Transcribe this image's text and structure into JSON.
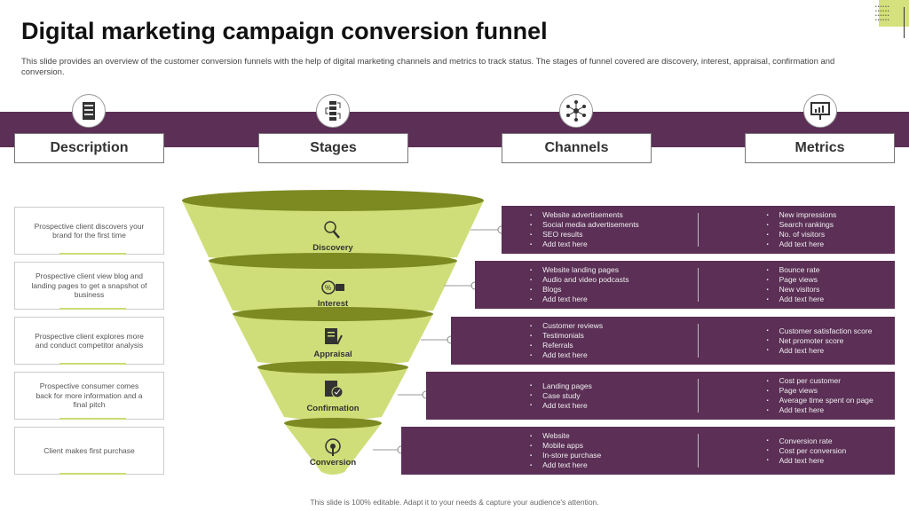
{
  "title": "Digital marketing campaign conversion funnel",
  "subtitle": "This slide provides an overview of the customer conversion funnels with the help of digital marketing channels and metrics to track status. The stages of funnel covered are discovery, interest, appraisal, confirmation and conversion.",
  "headers": [
    "Description",
    "Stages",
    "Channels",
    "Metrics"
  ],
  "colors": {
    "purple": "#5b2f56",
    "lime": "#cfde78",
    "olive": "#7d8a22"
  },
  "rows": [
    {
      "description": "Prospective client discovers your brand for the first time",
      "stage": "Discovery",
      "icon": "search-icon",
      "channels": [
        "Website advertisements",
        "Social media advertisements",
        "SEO  results",
        "Add text here"
      ],
      "metrics": [
        "New impressions",
        "Search rankings",
        "No. of visitors",
        "Add text here"
      ]
    },
    {
      "description": "Prospective client view blog and landing pages to get a snapshot of business",
      "stage": "Interest",
      "icon": "percent-tag-icon",
      "channels": [
        "Website landing pages",
        "Audio and video podcasts",
        "Blogs",
        "Add text here"
      ],
      "metrics": [
        "Bounce rate",
        "Page  views",
        "New visitors",
        "Add text here"
      ]
    },
    {
      "description": "Prospective client explores more and conduct competitor analysis",
      "stage": "Appraisal",
      "icon": "document-pen-icon",
      "channels": [
        "Customer reviews",
        "Testimonials",
        "Referrals",
        "Add text here"
      ],
      "metrics": [
        "Customer satisfaction score",
        "Net promoter score",
        "Add text here"
      ]
    },
    {
      "description": "Prospective consumer comes back for more information and a final pitch",
      "stage": "Confirmation",
      "icon": "document-check-icon",
      "channels": [
        "Landing pages",
        "Case study",
        "Add text here"
      ],
      "metrics": [
        "Cost per customer",
        "Page views",
        "Average time spent on page",
        "Add text here"
      ]
    },
    {
      "description": "Client makes first purchase",
      "stage": "Conversion",
      "icon": "target-icon",
      "channels": [
        "Website",
        "Mobile apps",
        "In-store purchase",
        "Add text here"
      ],
      "metrics": [
        "Conversion rate",
        "Cost per conversion",
        "Add text here"
      ]
    }
  ],
  "footer": "This slide is 100% editable. Adapt it to your needs & capture your audience's attention."
}
